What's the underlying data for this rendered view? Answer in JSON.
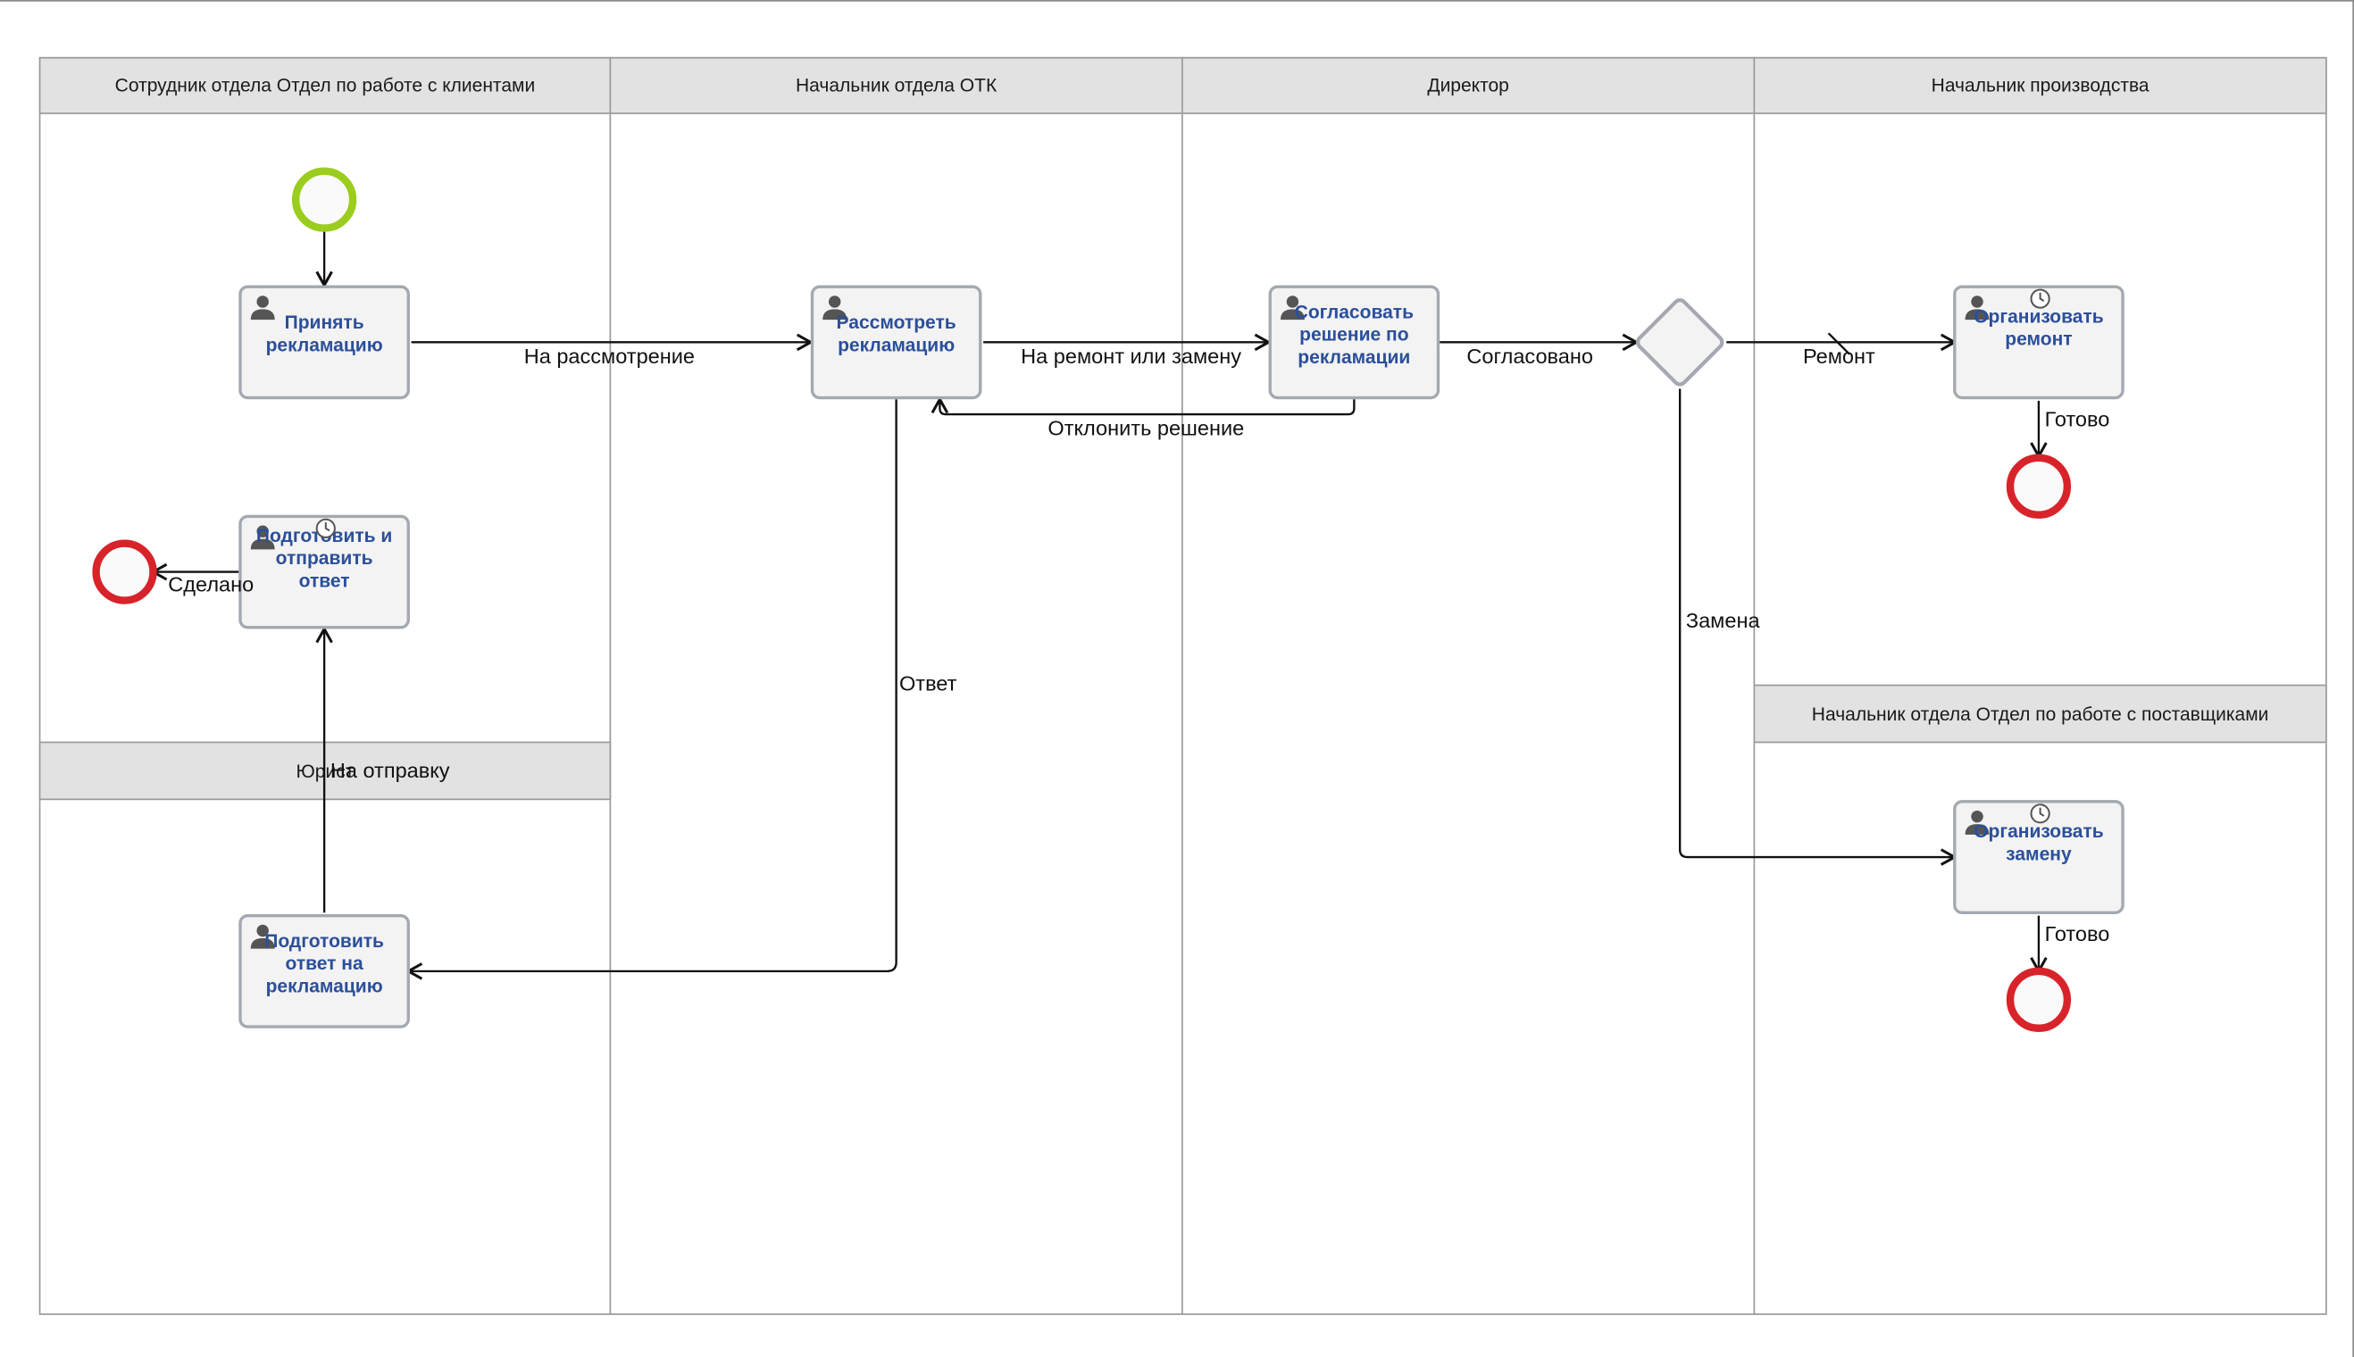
{
  "lanes": {
    "clients_employee": "Сотрудник отдела Отдел по работе с клиентами",
    "otk_head": "Начальник отдела ОТК",
    "director": "Директор",
    "production_head": "Начальник производства",
    "lawyer": "Юрист",
    "suppliers_head": "Начальник отдела Отдел по работе с поставщиками"
  },
  "tasks": {
    "accept_claim": "Принять рекламацию",
    "review_claim": "Рассмотреть рекламацию",
    "agree_decision": "Согласовать решение по рекламации",
    "prepare_send_answer": "Подготовить и отправить ответ",
    "prepare_answer_claim": "Подготовить ответ на рекламацию",
    "organize_repair": "Организовать ремонт",
    "organize_replacement": "Организовать замену"
  },
  "flows": {
    "to_review": "На рассмотрение",
    "to_repair_or_replace": "На ремонт или замену",
    "agreed": "Согласовано",
    "reject_decision": "Отклонить решение",
    "repair": "Ремонт",
    "done_repair": "Готово",
    "done": "Сделано",
    "answer": "Ответ",
    "replacement": "Замена",
    "to_send": "На отправку",
    "done_replace": "Готово"
  },
  "colors": {
    "start_event": "#9acd1e",
    "end_event": "#d8232a",
    "task_text": "#2b4f9a",
    "lane_header": "#e2e2e2"
  },
  "icons": {
    "task_user": "user-icon",
    "task_timer": "timer-icon"
  }
}
